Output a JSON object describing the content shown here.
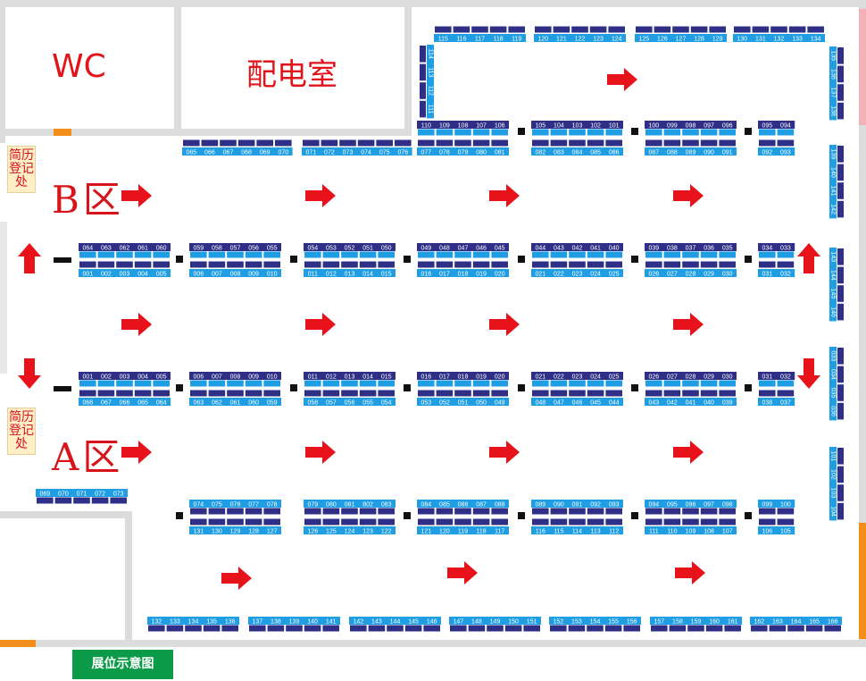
{
  "rooms": {
    "wc": "WC",
    "power_room": "配电室"
  },
  "registration": "简历登记处",
  "zones": {
    "b": "B区",
    "a": "A区"
  },
  "caption": "展位示意图",
  "colors": {
    "booth_dark": "#2f2f87",
    "booth_light": "#1f9ee3",
    "arrow": "#e8121b",
    "wall": "#dcdcdc",
    "accent_orange": "#f28f1b",
    "accent_pink": "#f2b3b8",
    "caption_bg": "#0a9a48"
  },
  "b_zone": {
    "top_row": [
      [
        "115",
        "116",
        "117",
        "118",
        "119"
      ],
      [
        "120",
        "121",
        "122",
        "123",
        "124"
      ],
      [
        "125",
        "126",
        "127",
        "128",
        "129"
      ],
      [
        "130",
        "131",
        "132",
        "133",
        "134"
      ]
    ],
    "left_column": [
      "114",
      "113",
      "112",
      "111"
    ],
    "rear_top": [
      [
        "110",
        "109",
        "108",
        "107",
        "106"
      ],
      [
        "105",
        "104",
        "103",
        "102",
        "101"
      ],
      [
        "100",
        "099",
        "098",
        "097",
        "096"
      ],
      [
        "095",
        "094"
      ]
    ],
    "rear_bottom": [
      [
        "077",
        "078",
        "079",
        "080",
        "081"
      ],
      [
        "082",
        "083",
        "084",
        "085",
        "086"
      ],
      [
        "087",
        "088",
        "089",
        "090",
        "091"
      ],
      [
        "092",
        "093"
      ]
    ],
    "wall_row": [
      [
        "065",
        "066",
        "067",
        "068",
        "069",
        "070"
      ],
      [
        "071",
        "072",
        "073",
        "074",
        "075",
        "076"
      ]
    ],
    "right_column_1": [
      "135",
      "136",
      "137",
      "138"
    ],
    "right_column_2": [
      "139",
      "140",
      "141",
      "142"
    ],
    "right_column_3": [
      "143",
      "144",
      "145",
      "146"
    ],
    "aisle_top": [
      [
        "064",
        "063",
        "062",
        "061",
        "060"
      ],
      [
        "059",
        "058",
        "057",
        "056",
        "055"
      ],
      [
        "054",
        "053",
        "052",
        "051",
        "050"
      ],
      [
        "049",
        "048",
        "047",
        "046",
        "045"
      ],
      [
        "044",
        "043",
        "042",
        "041",
        "040"
      ],
      [
        "039",
        "038",
        "037",
        "036",
        "035"
      ],
      [
        "034",
        "033"
      ]
    ],
    "aisle_bottom": [
      [
        "001",
        "002",
        "003",
        "004",
        "005"
      ],
      [
        "006",
        "007",
        "008",
        "009",
        "010"
      ],
      [
        "011",
        "012",
        "013",
        "014",
        "015"
      ],
      [
        "016",
        "017",
        "018",
        "019",
        "020"
      ],
      [
        "021",
        "022",
        "023",
        "024",
        "025"
      ],
      [
        "026",
        "027",
        "028",
        "029",
        "030"
      ],
      [
        "031",
        "032"
      ]
    ]
  },
  "a_zone": {
    "aisle_top": [
      [
        "001",
        "002",
        "003",
        "004",
        "005"
      ],
      [
        "006",
        "007",
        "008",
        "009",
        "010"
      ],
      [
        "011",
        "012",
        "013",
        "014",
        "015"
      ],
      [
        "016",
        "017",
        "018",
        "019",
        "020"
      ],
      [
        "021",
        "022",
        "023",
        "024",
        "025"
      ],
      [
        "026",
        "027",
        "028",
        "029",
        "030"
      ],
      [
        "031",
        "032"
      ]
    ],
    "aisle_bottom": [
      [
        "068",
        "067",
        "066",
        "065",
        "064"
      ],
      [
        "063",
        "062",
        "061",
        "060",
        "059"
      ],
      [
        "058",
        "057",
        "056",
        "055",
        "054"
      ],
      [
        "053",
        "052",
        "051",
        "050",
        "049"
      ],
      [
        "048",
        "047",
        "046",
        "045",
        "044"
      ],
      [
        "043",
        "042",
        "041",
        "040",
        "039"
      ],
      [
        "038",
        "037"
      ]
    ],
    "right_column_1": [
      "033",
      "034",
      "035",
      "036"
    ],
    "right_column_2": [
      "101",
      "102",
      "103",
      "104"
    ],
    "left_wall": [
      "069",
      "070",
      "071",
      "072",
      "073"
    ],
    "row_top": [
      [
        "074",
        "075",
        "076",
        "077",
        "078"
      ],
      [
        "079",
        "080",
        "081",
        "802",
        "083"
      ],
      [
        "084",
        "085",
        "086",
        "087",
        "088"
      ],
      [
        "089",
        "090",
        "091",
        "092",
        "093"
      ],
      [
        "094",
        "095",
        "096",
        "097",
        "098"
      ],
      [
        "099",
        "100"
      ]
    ],
    "row_bottom": [
      [
        "131",
        "130",
        "129",
        "128",
        "127"
      ],
      [
        "126",
        "125",
        "124",
        "123",
        "122"
      ],
      [
        "121",
        "120",
        "119",
        "118",
        "117"
      ],
      [
        "116",
        "115",
        "114",
        "113",
        "112"
      ],
      [
        "111",
        "110",
        "109",
        "108",
        "107"
      ],
      [
        "106",
        "105"
      ]
    ],
    "bottom_wall": [
      [
        "132",
        "133",
        "134",
        "135",
        "136"
      ],
      [
        "137",
        "138",
        "139",
        "140",
        "141"
      ],
      [
        "142",
        "143",
        "144",
        "145",
        "146"
      ],
      [
        "147",
        "148",
        "149",
        "150",
        "151"
      ],
      [
        "152",
        "153",
        "154",
        "155",
        "156"
      ],
      [
        "157",
        "158",
        "159",
        "160",
        "161"
      ],
      [
        "162",
        "163",
        "164",
        "165",
        "166"
      ]
    ]
  }
}
